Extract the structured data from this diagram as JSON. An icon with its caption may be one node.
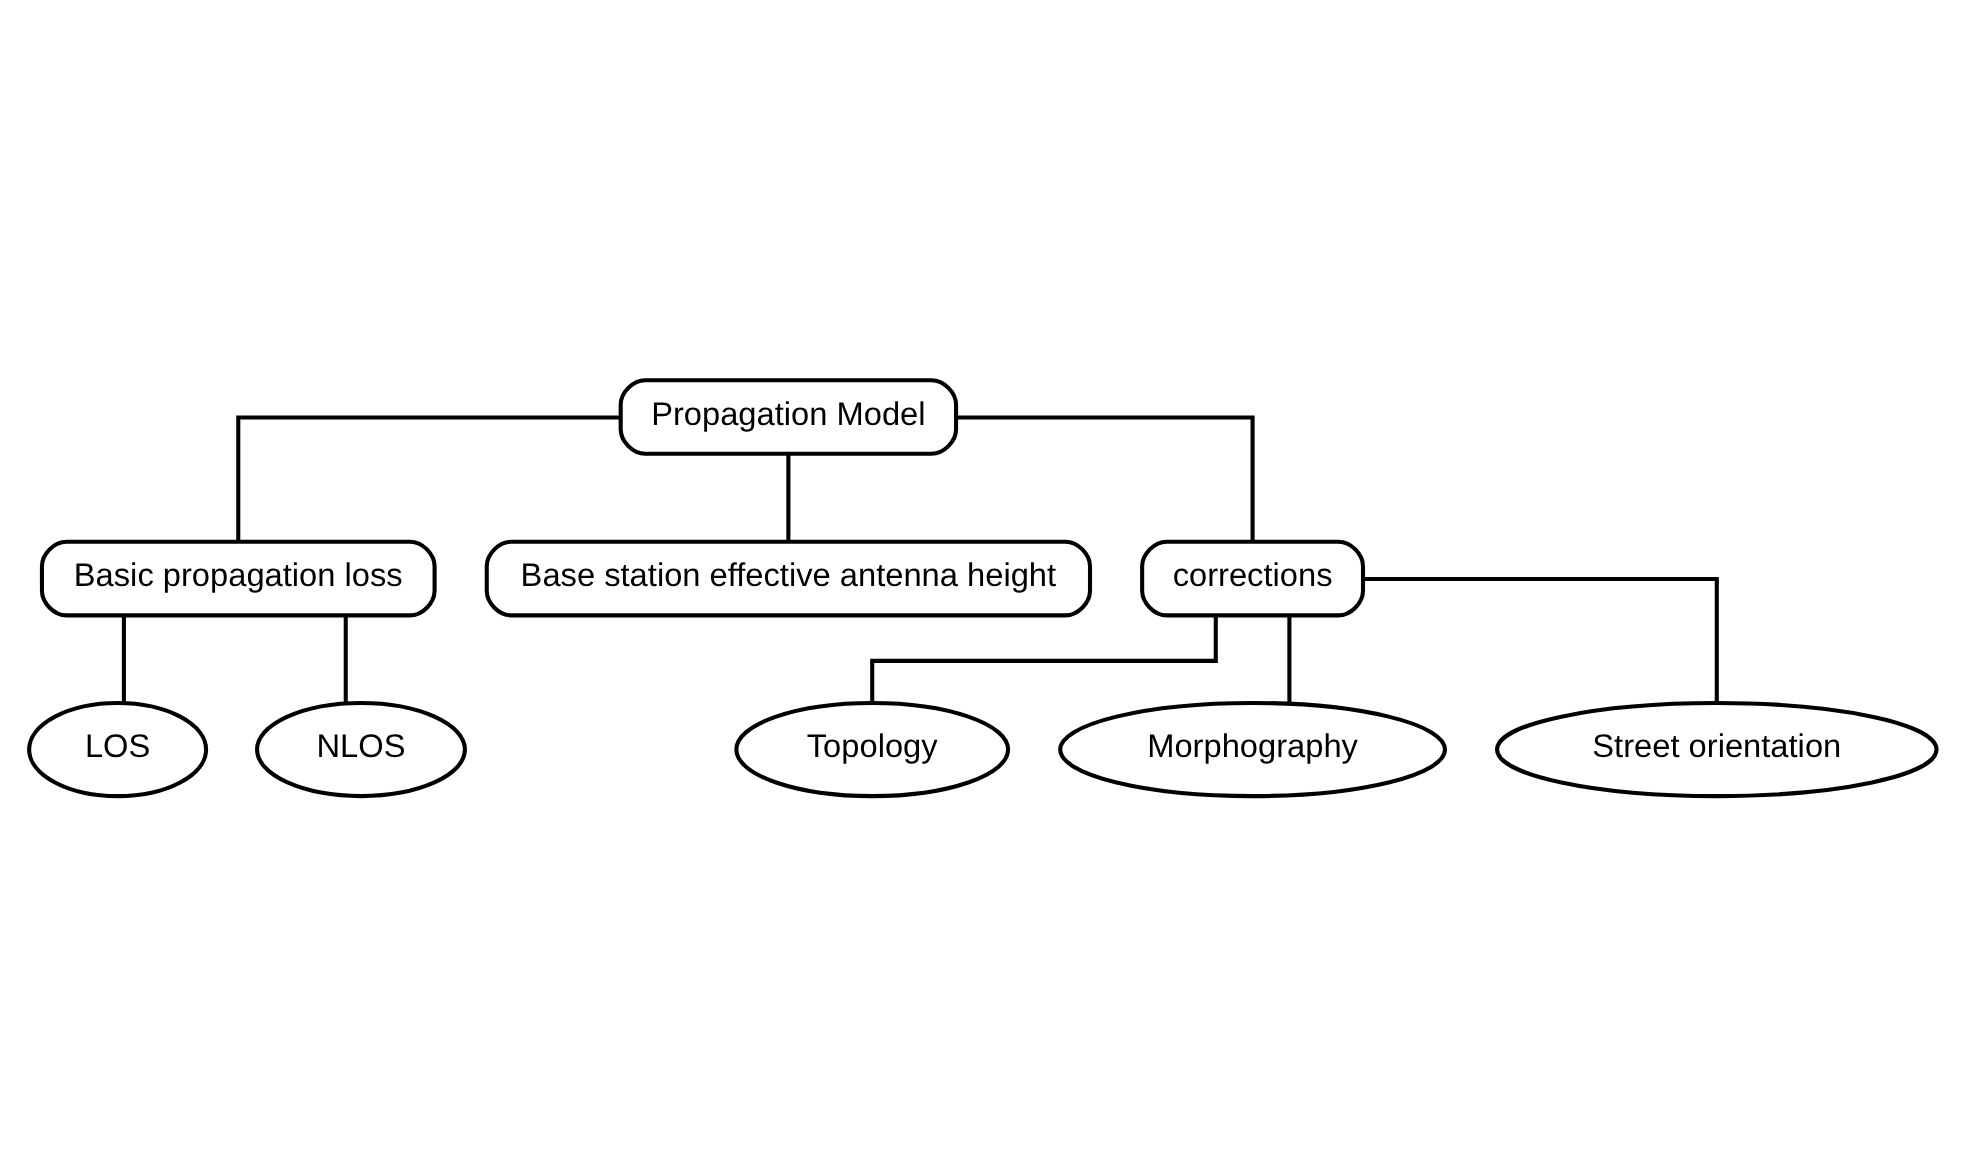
{
  "diagram": {
    "nodes": [
      {
        "text": [
          "Propagation Model"
        ]
      },
      {
        "text": [
          "Basic propagation loss"
        ]
      },
      {
        "text": [
          "Base station effective antenna height"
        ]
      },
      {
        "text": [
          "corrections"
        ]
      },
      {
        "text": [
          "LOS"
        ]
      },
      {
        "text": [
          "NLOS"
        ]
      },
      {
        "text": [
          "Topology"
        ]
      },
      {
        "text": [
          "Morphography"
        ]
      },
      {
        "text": [
          "Street orientation"
        ]
      }
    ],
    "edges": [
      {
        "from": 0,
        "to": 1,
        "arrow": "none"
      },
      {
        "from": 0,
        "to": 2,
        "arrow": "none"
      },
      {
        "from": 0,
        "to": 3,
        "arrow": "none"
      },
      {
        "from": 1,
        "to": 4,
        "arrow": "none"
      },
      {
        "from": 1,
        "to": 5,
        "arrow": "none"
      },
      {
        "from": 3,
        "to": 6,
        "arrow": "none"
      },
      {
        "from": 3,
        "to": 7,
        "arrow": "none"
      },
      {
        "from": 3,
        "to": 8,
        "arrow": "none"
      }
    ]
  }
}
